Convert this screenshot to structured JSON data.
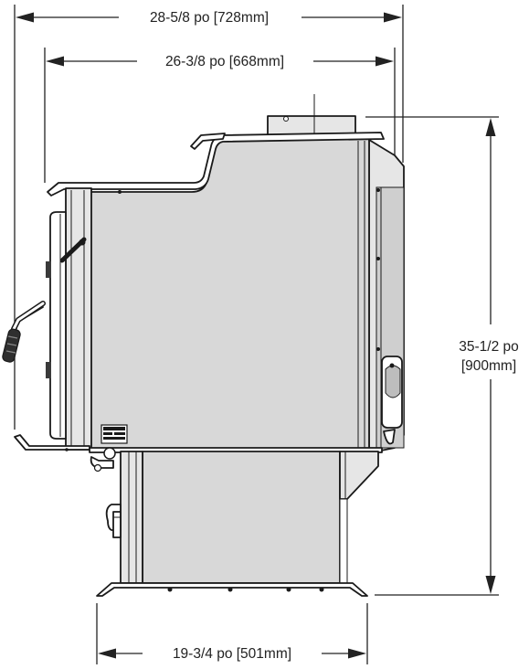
{
  "dimensions": {
    "overall_width": "28-5/8 po [728mm]",
    "body_width": "26-3/8 po [668mm]",
    "height_line1": "35-1/2 po",
    "height_line2": "[900mm]",
    "leg_width": "19-3/4 po [501mm]"
  },
  "colors": {
    "line": "#222222",
    "body": "#d8d8d8",
    "pedestal": "#d8d8d8",
    "handle": "#3a3a3a"
  }
}
